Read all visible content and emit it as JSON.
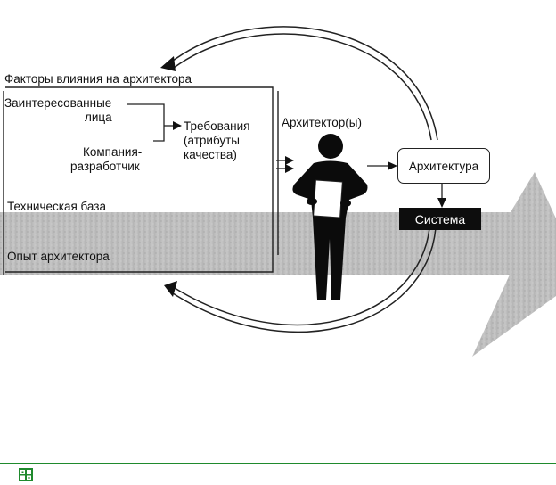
{
  "diagram": {
    "influence_title": "Факторы влияния на архитектора",
    "stakeholders_line1": "Заинтересованные",
    "stakeholders_line2": "лица",
    "company_line1": "Компания-",
    "company_line2": "разработчик",
    "requirements_line1": "Требования",
    "requirements_line2": "(атрибуты",
    "requirements_line3": "качества)",
    "tech_base": "Техническая база",
    "experience": "Опыт архитектора",
    "architects": "Архитектор(ы)",
    "architecture": "Архитектура",
    "system": "Система"
  },
  "footer": {
    "accent_color": "#1f8a2d",
    "icon": "green-tile-icon"
  }
}
